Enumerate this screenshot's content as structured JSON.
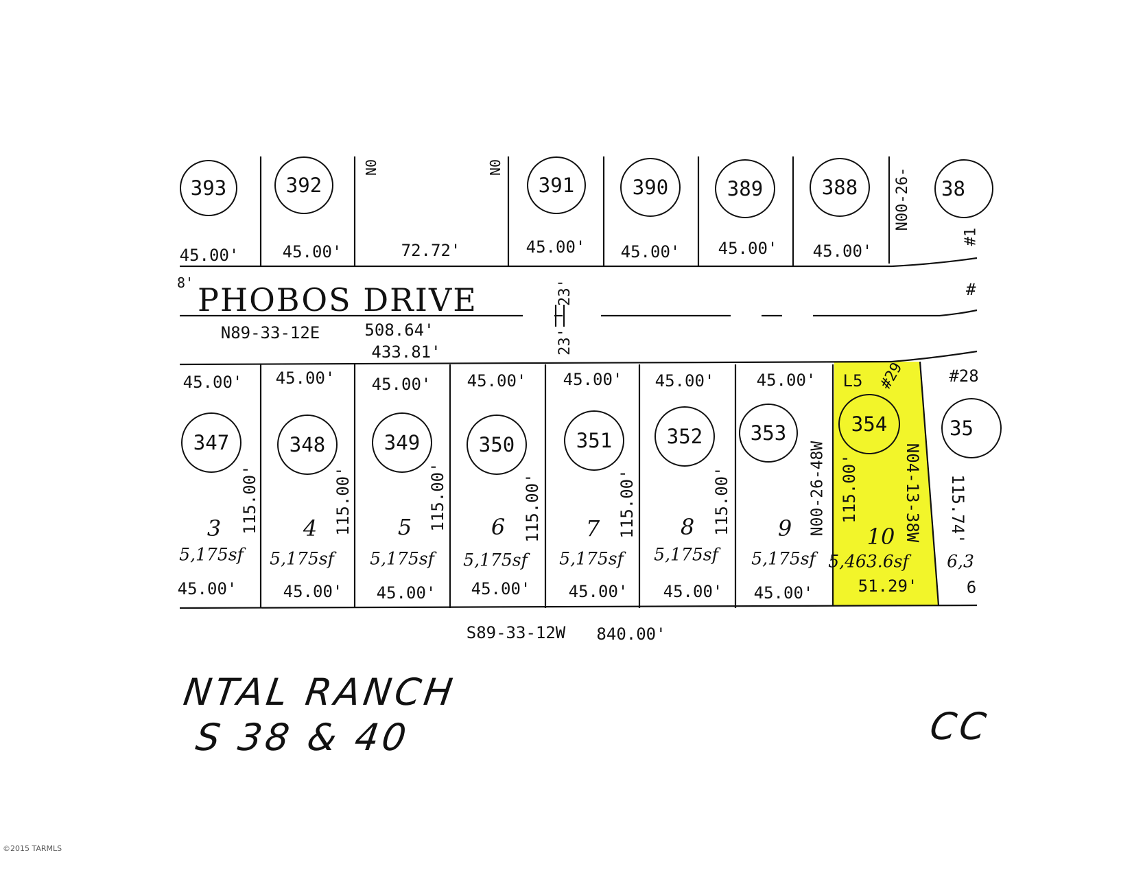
{
  "street": {
    "name": "PHOBOS DRIVE",
    "bearing_north": "N89-33-12E",
    "length_north": "508.64'",
    "length_inner": "433.81'",
    "row_half_top": "23'",
    "row_half_bottom": "23'",
    "fragment_left": "8'",
    "fragment_right": "#"
  },
  "north_parcels": [
    {
      "parcel": "393",
      "frontage": "45.00'"
    },
    {
      "parcel": "392",
      "frontage": "45.00'"
    },
    {
      "parcel": "",
      "frontage": "72.72'",
      "bearing_left": "N0",
      "bearing_right": "N0"
    },
    {
      "parcel": "391",
      "frontage": "45.00'"
    },
    {
      "parcel": "390",
      "frontage": "45.00'"
    },
    {
      "parcel": "389",
      "frontage": "45.00'"
    },
    {
      "parcel": "388",
      "frontage": "45.00'"
    },
    {
      "parcel": "38",
      "frontage": "#1",
      "bearing": "N00-26-"
    }
  ],
  "south_lots": [
    {
      "lot": "3",
      "parcel": "347",
      "front": "45.00'",
      "rear": "45.00'",
      "depth": "115.00'",
      "area": "5,175sf"
    },
    {
      "lot": "4",
      "parcel": "348",
      "front": "45.00'",
      "rear": "45.00'",
      "depth": "115.00'",
      "area": "5,175sf"
    },
    {
      "lot": "5",
      "parcel": "349",
      "front": "45.00'",
      "rear": "45.00'",
      "depth": "115.00'",
      "area": "5,175sf"
    },
    {
      "lot": "6",
      "parcel": "350",
      "front": "45.00'",
      "rear": "45.00'",
      "depth": "115.00'",
      "area": "5,175sf"
    },
    {
      "lot": "7",
      "parcel": "351",
      "front": "45.00'",
      "rear": "45.00'",
      "depth": "115.00'",
      "area": "5,175sf"
    },
    {
      "lot": "8",
      "parcel": "352",
      "front": "45.00'",
      "rear": "45.00'",
      "depth": "115.00'",
      "area": "5,175sf"
    },
    {
      "lot": "9",
      "parcel": "353",
      "front": "45.00'",
      "rear": "45.00'",
      "depth": "N00-26-48W",
      "area": "5,175sf"
    }
  ],
  "subject_lot": {
    "lot": "10",
    "parcel": "354",
    "line_label": "L5",
    "curve_label": "#29",
    "depth": "115.00'",
    "bearing": "N04-13-38W",
    "area": "5,463.6sf",
    "rear": "51.29'",
    "highlight_color": "#f2f52a"
  },
  "next_lot": {
    "parcel": "35",
    "curve_label": "#28",
    "depth": "115.74'",
    "area": "6,3",
    "rear": "6"
  },
  "boundary": {
    "bearing": "S89-33-12W",
    "length": "840.00'"
  },
  "subdivision": {
    "line1": "NTAL RANCH",
    "line2": "S 38 & 40",
    "right_fragment": "CC"
  },
  "copyright": "©2015 TARMLS"
}
